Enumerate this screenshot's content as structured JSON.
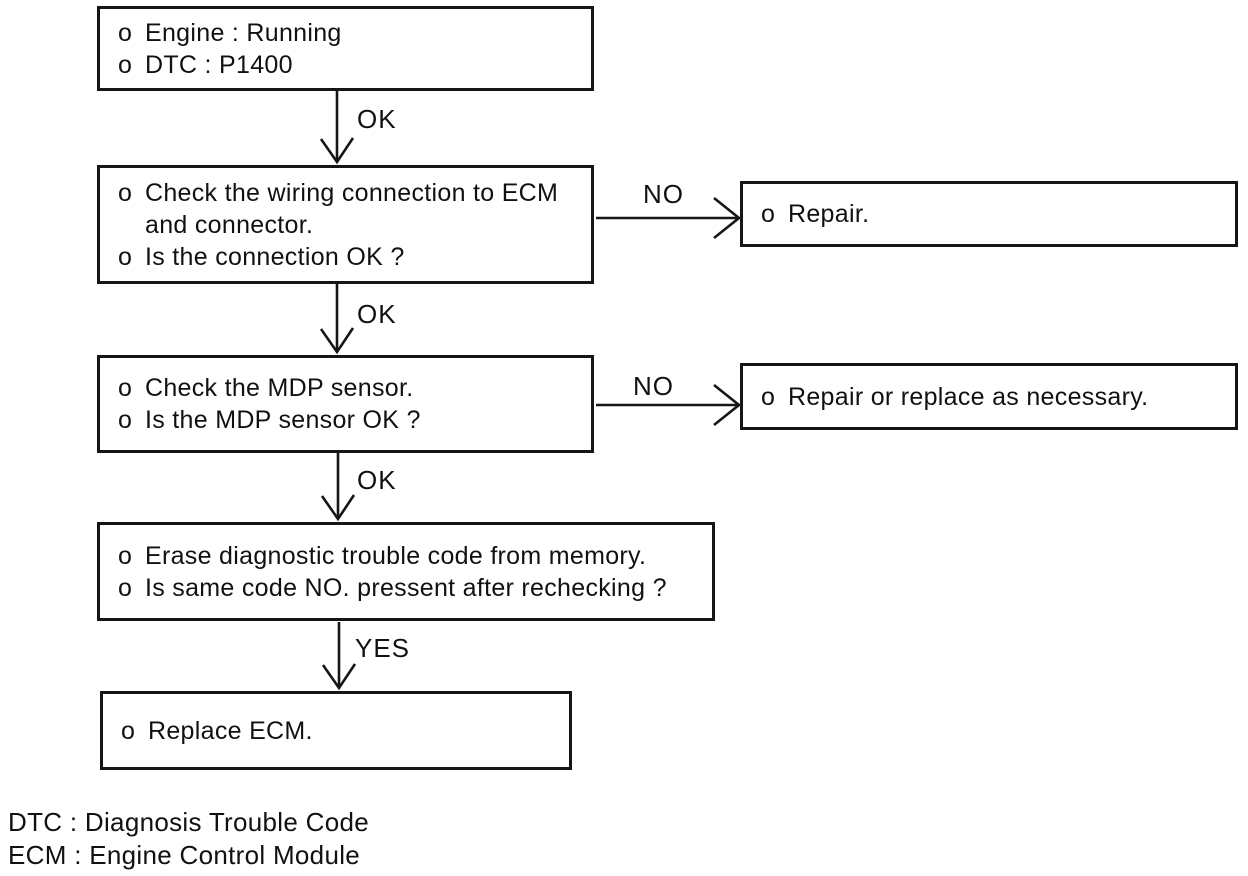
{
  "flowchart": {
    "nodes": [
      {
        "name": "start",
        "lines": [
          {
            "bullet": "o",
            "text": "Engine : Running"
          },
          {
            "bullet": "o",
            "text": "DTC : P1400"
          }
        ]
      },
      {
        "name": "check-wiring",
        "lines": [
          {
            "bullet": "o",
            "text": "Check the wiring connection to ECM"
          },
          {
            "bullet": "",
            "text": "and connector."
          },
          {
            "bullet": "o",
            "text": "Is the connection OK ?"
          }
        ]
      },
      {
        "name": "repair",
        "lines": [
          {
            "bullet": "o",
            "text": "Repair."
          }
        ]
      },
      {
        "name": "check-mdp-sensor",
        "lines": [
          {
            "bullet": "o",
            "text": "Check the MDP sensor."
          },
          {
            "bullet": "o",
            "text": "Is the MDP sensor OK ?"
          }
        ]
      },
      {
        "name": "repair-or-replace",
        "lines": [
          {
            "bullet": "o",
            "text": "Repair or replace as necessary."
          }
        ]
      },
      {
        "name": "erase-code",
        "lines": [
          {
            "bullet": "o",
            "text": "Erase diagnostic trouble code from memory."
          },
          {
            "bullet": "o",
            "text": "Is same code NO. pressent after rechecking ?"
          }
        ]
      },
      {
        "name": "replace-ecm",
        "lines": [
          {
            "bullet": "o",
            "text": "Replace ECM."
          }
        ]
      }
    ],
    "edge_labels": {
      "ok1": "OK",
      "no1": "NO",
      "ok2": "OK",
      "no2": "NO",
      "ok3": "OK",
      "yes1": "YES"
    },
    "legend": [
      "DTC : Diagnosis Trouble Code",
      "ECM : Engine Control Module"
    ],
    "colors": {
      "ink": "#161616",
      "background": "#ffffff"
    }
  }
}
